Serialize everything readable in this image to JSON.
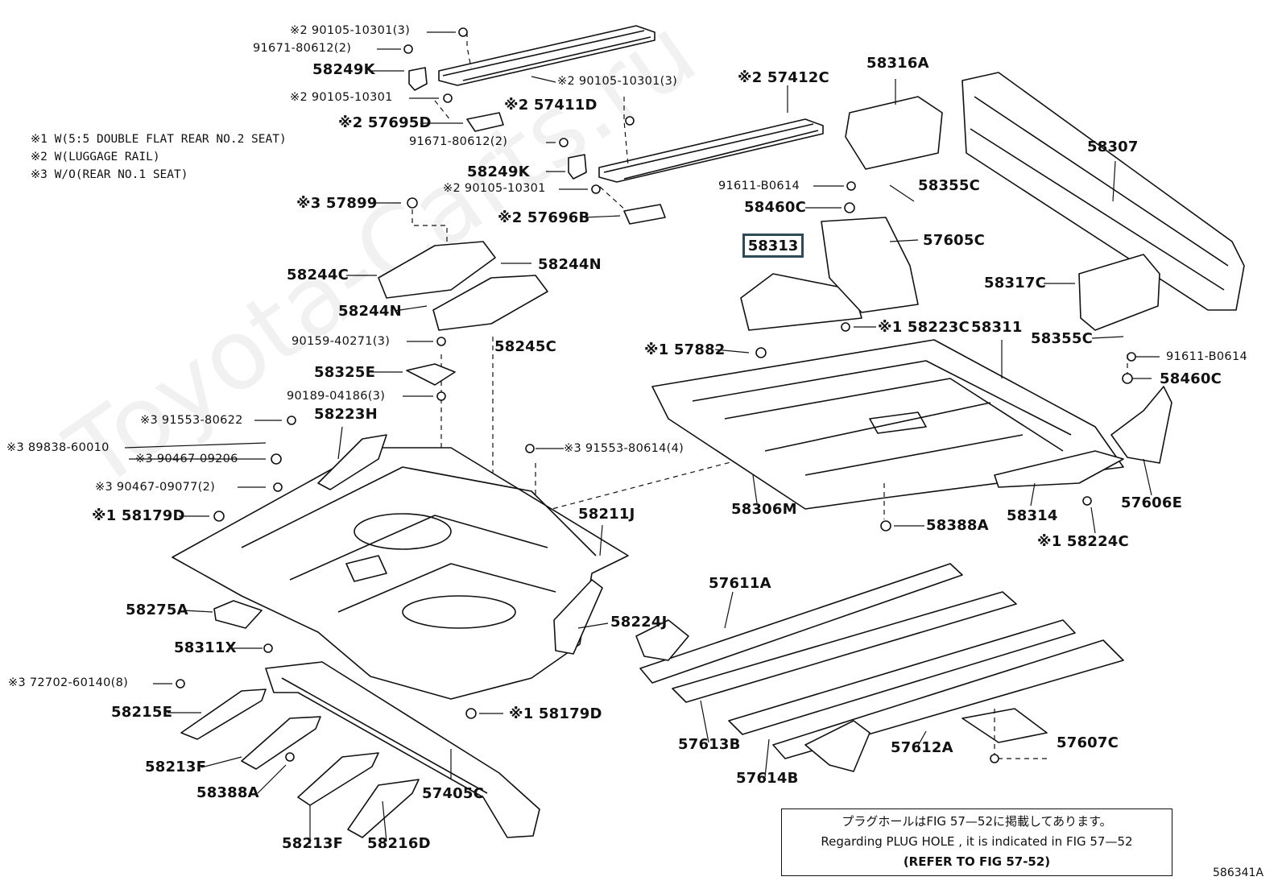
{
  "legend": [
    "※1  W(5:5 DOUBLE FLAT REAR NO.2 SEAT)",
    "※2  W(LUGGAGE RAIL)",
    "※3  W/O(REAR NO.1 SEAT)"
  ],
  "watermark": "Toyota-Carts.ru",
  "highlighted_part": "58313",
  "labels": {
    "p1": "※2 90105-10301(3)",
    "p2": "91671-80612(2)",
    "p3": "58249K",
    "p4": "※2 90105-10301",
    "p5": "※2 57695D",
    "p6": "※2 90105-10301(3)",
    "p7": "※2 57411D",
    "p8": "※2 57412C",
    "p9": "91671-80612(2)",
    "p10": "58249K",
    "p11": "※2 90105-10301",
    "p12": "※2 57696B",
    "p13": "※3 57899",
    "p14": "58244C",
    "p15": "58244N",
    "p16": "58244N",
    "p17": "58245C",
    "p18": "90159-40271(3)",
    "p19": "58325E",
    "p20": "90189-04186(3)",
    "p21": "※3 91553-80622",
    "p22": "58223H",
    "p23": "※3 89838-60010",
    "p24": "※3 90467-09206",
    "p25": "※3 91553-80614(4)",
    "p26": "※3 90467-09077(2)",
    "p27": "※1 58179D",
    "p28": "58211J",
    "p29": "58275A",
    "p30": "58224J",
    "p31": "58311X",
    "p32": "※3 72702-60140(8)",
    "p33": "58215E",
    "p34": "※1 58179D",
    "p35": "58213F",
    "p36": "58388A",
    "p37": "57405C",
    "p38": "58213F",
    "p39": "58216D",
    "p40": "58316A",
    "p41": "58307",
    "p42": "91611-B0614",
    "p43": "58355C",
    "p44": "58460C",
    "p45": "57605C",
    "p46": "58317C",
    "p47": "※1 58223C",
    "p48": "58311",
    "p49": "58355C",
    "p50": "91611-B0614",
    "p51": "※1 57882",
    "p52": "58460C",
    "p53": "58306M",
    "p54": "58314",
    "p55": "57606E",
    "p56": "58388A",
    "p57": "※1 58224C",
    "p58": "57611A",
    "p59": "57613B",
    "p60": "57614B",
    "p61": "57612A",
    "p62": "57607C"
  },
  "note": {
    "line1": "プラグホールはFIG 57—52に掲載してあります。",
    "line2": "Regarding  PLUG  HOLE , it is indicated in FIG  57—52",
    "line3": "(REFER TO FIG 57-52)"
  },
  "figure_number": "586341A"
}
